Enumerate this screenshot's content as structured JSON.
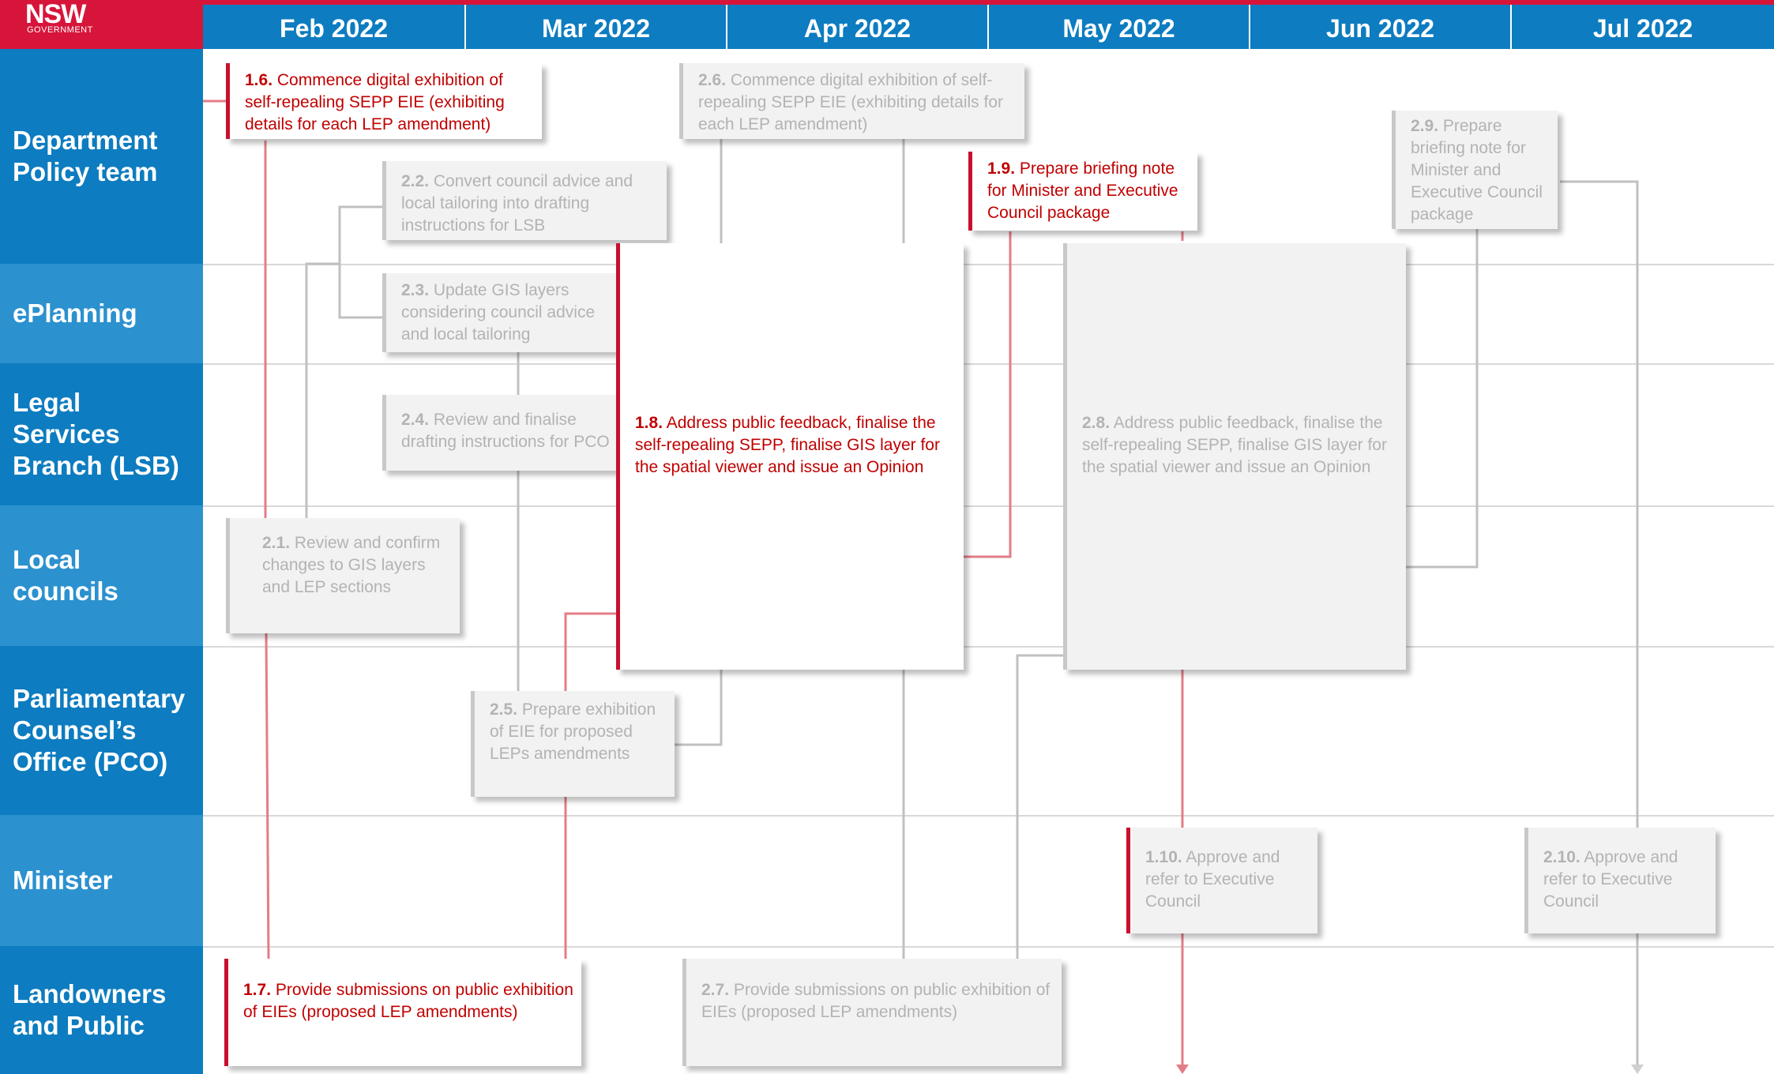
{
  "header": {
    "logo_text": "NSW",
    "logo_subtext": "GOVERNMENT",
    "months": [
      "Feb 2022",
      "Mar 2022",
      "Apr 2022",
      "May 2022",
      "Jun 2022",
      "Jul 2022"
    ]
  },
  "lanes": [
    {
      "label": "Department\nPolicy team",
      "color": "#0d7cc0"
    },
    {
      "label": "ePlanning",
      "color": "#2b91cf"
    },
    {
      "label": "Legal\nServices\nBranch (LSB)",
      "color": "#0d7cc0"
    },
    {
      "label": "Local\ncouncils",
      "color": "#2b91cf"
    },
    {
      "label": "Parliamentary\nCounsel’s\nOffice (PCO)",
      "color": "#0d7cc0"
    },
    {
      "label": "Minister",
      "color": "#2b91cf"
    },
    {
      "label": "Landowners\nand Public",
      "color": "#0d7cc0"
    }
  ],
  "tasks": {
    "t1_6": {
      "num": "1.6.",
      "text": " Commence digital exhibition of self-repealing SEPP EIE (exhibiting details for each LEP amendment)"
    },
    "t2_6": {
      "num": "2.6.",
      "text": " Commence digital exhibition of self-repealing SEPP EIE (exhibiting details for each LEP amendment)"
    },
    "t2_2": {
      "num": "2.2.",
      "text": " Convert council advice and local tailoring into drafting instructions for LSB"
    },
    "t1_9": {
      "num": "1.9.",
      "text": " Prepare briefing note for Minister and Executive Council package"
    },
    "t2_9": {
      "num": "2.9.",
      "text": " Prepare briefing note for Minister and Executive Council package"
    },
    "t2_3": {
      "num": "2.3.",
      "text": " Update GIS layers considering council advice and local tailoring"
    },
    "t2_4": {
      "num": "2.4.",
      "text": " Review and finalise drafting instructions for PCO"
    },
    "t1_8": {
      "num": "1.8.",
      "text": " Address public feedback, finalise the self-repealing SEPP, finalise GIS layer for the spatial viewer and issue an Opinion"
    },
    "t2_8": {
      "num": "2.8.",
      "text": " Address public feedback, finalise the self-repealing SEPP, finalise GIS layer for the spatial viewer and issue an Opinion"
    },
    "t2_1": {
      "num": "2.1.",
      "text": " Review and confirm changes to GIS layers and LEP sections"
    },
    "t2_5": {
      "num": "2.5.",
      "text": " Prepare exhibition of EIE for proposed LEPs amendments"
    },
    "t1_10": {
      "num": "1.10.",
      "text": " Approve and refer to Executive Council"
    },
    "t2_10": {
      "num": "2.10.",
      "text": " Approve and refer to Executive Council"
    },
    "t1_7": {
      "num": "1.7.",
      "text": " Provide submissions on public exhibition of EIEs (proposed LEP amendments)"
    },
    "t2_7": {
      "num": "2.7.",
      "text": " Provide submissions on public exhibition of EIEs (proposed LEP amendments)"
    }
  },
  "colors": {
    "accent_red": "#c8102e",
    "brand_blue": "#0d7cc0",
    "light_blue": "#2b91cf",
    "inactive_text": "#b3b3b3",
    "active_text": "#c00000"
  }
}
